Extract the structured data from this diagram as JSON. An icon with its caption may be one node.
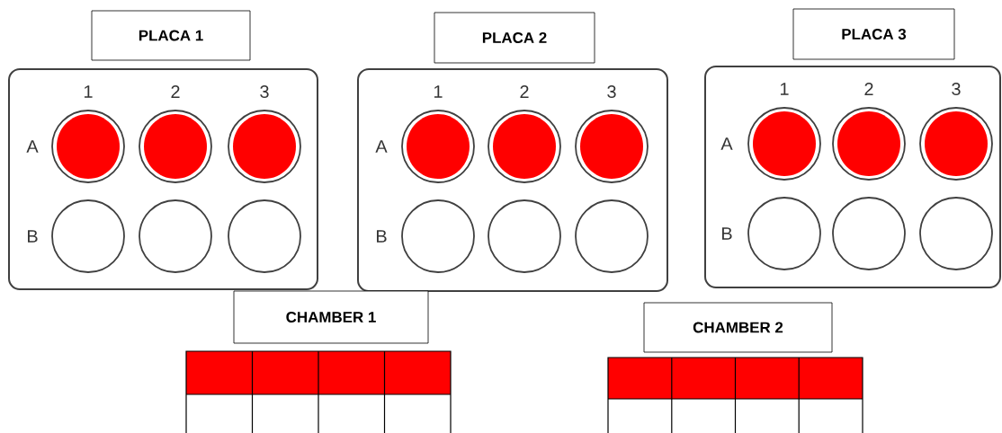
{
  "diagram": {
    "nodes": [
      {
        "text": [
          "PLACA 1"
        ]
      },
      {
        "text": [
          "1",
          "2",
          "3",
          "A",
          "B"
        ]
      },
      {
        "text": [
          "PLACA 2"
        ]
      },
      {
        "text": [
          "1",
          "2",
          "3",
          "A",
          "B"
        ]
      },
      {
        "text": [
          "PLACA 3"
        ]
      },
      {
        "text": [
          "1",
          "2",
          "3",
          "A",
          "B"
        ]
      },
      {
        "text": [
          "CHAMBER 1"
        ]
      },
      {
        "text": [
          "CHAMBER 2"
        ]
      }
    ]
  }
}
